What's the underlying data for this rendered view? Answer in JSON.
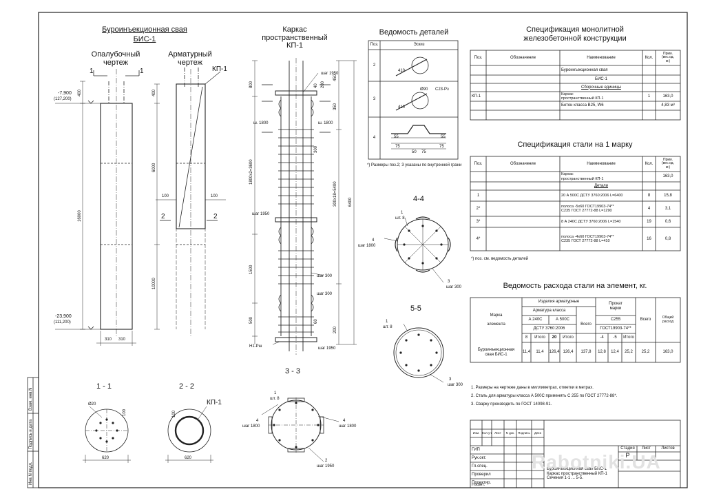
{
  "pile_block": {
    "title": "Буроинъекционная свая",
    "subtitle": "БИС-1",
    "formwork_label": "Опалубочный\nчертеж",
    "rebar_label": "Арматурный\nчертеж",
    "cage_callout": "КП-1",
    "elev_top": "-7,900",
    "elev_top_abs": "(127,200)",
    "elev_bottom": "-23,900",
    "elev_bottom_abs": "(111,200)",
    "dim_400": "400",
    "dim_6000": "6000",
    "dim_16000": "16000",
    "dim_10000": "10000",
    "dim_100": "100",
    "dim_310": "310",
    "mark1": "1",
    "mark2": "2"
  },
  "cage_block": {
    "title": "Каркас\nпространственный\nКП-1",
    "labels": {
      "p2_step1950_top": "шаг 1950",
      "p4_step1800": "ш. 1800",
      "p2_step1950_mid": "шаг 1950",
      "p3_step300": "шаг 300",
      "p3_step300_b": "шаг 300",
      "p2_step1950_bot": "шаг 1950",
      "n1": "Н1-Рш"
    },
    "dims": {
      "d800": "800",
      "d1800": "1800х2=3600",
      "d1500": "1500",
      "d500": "500",
      "d450": "450",
      "d300": "300",
      "d6400": "6400",
      "d300x18": "300х18=5400",
      "d40": "40",
      "d60": "60",
      "d200": "200",
      "d350": "350",
      "d200b": "200"
    }
  },
  "details": {
    "title": "Ведомость деталей",
    "headers": [
      "Поз.",
      "Эскиз"
    ],
    "rows": [
      "2",
      "3",
      "4"
    ],
    "sketch_labels": [
      "410",
      "Ø90",
      "410",
      "С23-Рз",
      "55",
      "55",
      "75",
      "75",
      "50",
      "75"
    ],
    "note": "*) Размеры поз.2; 3 указаны по внутренней грани"
  },
  "spec_concrete": {
    "title": "Спецификация монолитной\nжелезобетонной конструкции",
    "headers": [
      "Поз.",
      "Обозначение",
      "Наименование",
      "Кол.",
      "Прим.\n(вес.од.\nкг.)"
    ],
    "rows": [
      [
        "",
        "",
        "Буроинъекционная свая",
        "",
        ""
      ],
      [
        "",
        "",
        "БИС-1",
        "",
        ""
      ],
      [
        "",
        "",
        "Сборочные единицы",
        "",
        ""
      ],
      [
        "КП-1",
        "",
        "Каркас\nпространственный      КП-1",
        "1",
        "163,0"
      ],
      [
        "",
        "",
        "Бетон класса В25, W6",
        "",
        "4,83  м³"
      ]
    ]
  },
  "spec_steel": {
    "title": "Спецификация стали на 1 марку",
    "headers": [
      "Поз.",
      "Обозначение",
      "Наименование",
      "Кол.",
      "Прим.\n(вес.од.\nкг.)"
    ],
    "rows": [
      [
        "",
        "",
        "Каркас\nпространственный      КП-1",
        "",
        "163,0"
      ],
      [
        "",
        "",
        "Детали",
        "",
        ""
      ],
      [
        "1",
        "",
        "20  А 500С    ДСТУ 3760:2006      L=6400",
        "8",
        "15,8"
      ],
      [
        "2*",
        "",
        "полоса -5х60  ГОСТ19903-74**\n         С235 ГОСТ 27772-88        L=1290",
        "4",
        "3,1"
      ],
      [
        "3*",
        "",
        "8  А 240С   ДСТУ 3760:2006    L=1540",
        "19",
        "0,6"
      ],
      [
        "4*",
        "",
        "полоса -4х60  ГОСТ19903-74**\n         С235 ГОСТ 27772-88        L=410",
        "16",
        "0,8"
      ]
    ],
    "note": "*) поз. см. ведомость деталей"
  },
  "steel_consumption": {
    "title": "Ведомость расхода стали на элемент, кг.",
    "h_mark": "Марка\n\nэлемента",
    "h_rebar": "Изделия арматурные",
    "h_class": "Арматура класса",
    "h_a240": "А 240С",
    "h_a500": "А 500С",
    "h_dstu": "ДСТУ 3760:2006",
    "h_8": "8",
    "h_total1": "Итого",
    "h_20": "20",
    "h_total2": "Итого",
    "h_total_all": "Всего",
    "h_prokat": "Прокат\nмарки",
    "h_c255": "С255",
    "h_gost": "ГОСТ19903-74**",
    "h_m4": "-4",
    "h_m5": "-5",
    "h_total3": "Итого",
    "h_total4": "Всего",
    "h_general": "Общий\nрасход",
    "row_mark": "Буроинъекционная\nсвая  БИС-1",
    "row_values": [
      "11,4",
      "11,4",
      "126,4",
      "126,4",
      "137,8",
      "12,8",
      "12,4",
      "25,2",
      "25,2",
      "163,0"
    ]
  },
  "sections": {
    "s11": "1 - 1",
    "s22": "2 - 2",
    "s33": "3 - 3",
    "s44": "4-4",
    "s55": "5-5",
    "d620a": "620",
    "d620b": "620",
    "d100": "100",
    "d100b": "100",
    "d20": "Ø20",
    "kp1": "КП-1",
    "s33_1": "1",
    "s33_step8": "шт. 8",
    "s33_4a": "4",
    "s33_step1800a": "шаг 1800",
    "s33_4b": "4",
    "s33_step1800b": "шаг 1800",
    "s33_2": "2",
    "s33_step1950": "шаг 1950",
    "s44_1": "1",
    "s44_step8": "шт. 8",
    "s44_4": "4",
    "s44_step1800": "шаг 1800",
    "s44_3": "3",
    "s44_step300": "шаг 300",
    "s55_1": "1",
    "s55_step8": "шт. 8",
    "s55_3": "3",
    "s55_step300": "шаг 300"
  },
  "notes": [
    "1. Размеры на чертеже даны в миллиметрах, отметки в метрах.",
    "2. Сталь для арматуры класса А 500С применять С 255 по ГОСТ 27772-88*.",
    "3. Сварку  производить по ГОСТ 14098-91."
  ],
  "title_block": {
    "hdr": [
      "Изм.",
      "Кол.уч",
      "Лист",
      "N док.",
      "Подпись",
      "Дата"
    ],
    "roles": [
      "ГИП",
      "Рук.окт.",
      "Гл.спец.",
      "Проверил",
      "Проектир.",
      "Н.конт."
    ],
    "stage_hdr": [
      "Стадия",
      "Лист",
      "Листов"
    ],
    "stage": "Р",
    "description": "Буроинъекционная свая БИС-1\nКаркас пространственный КП-1\nСечения 1-1 ... 5-5."
  },
  "margin_stamp": [
    "Взам. инв.N",
    "Подпись и дата",
    "Инв.N подл."
  ],
  "watermark": "Rabotniki.UA"
}
